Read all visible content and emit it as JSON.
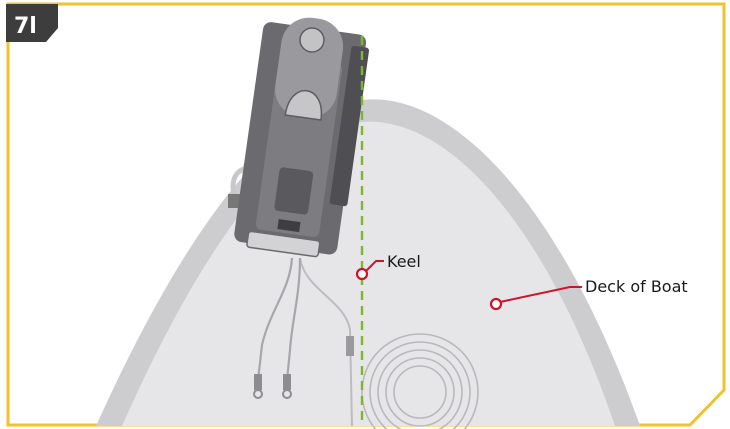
{
  "step": {
    "label": "7l"
  },
  "callouts": {
    "keel": "Keel",
    "deck": "Deck of Boat"
  },
  "colors": {
    "frame": "#f2c12e",
    "badge": "#3d3d3d",
    "deck_fill": "#e4e4e6",
    "deck_rim": "#c9c9cc",
    "keel_line": "#7cb82f",
    "callout": "#d0132b",
    "mount": "#6b6b6f"
  }
}
